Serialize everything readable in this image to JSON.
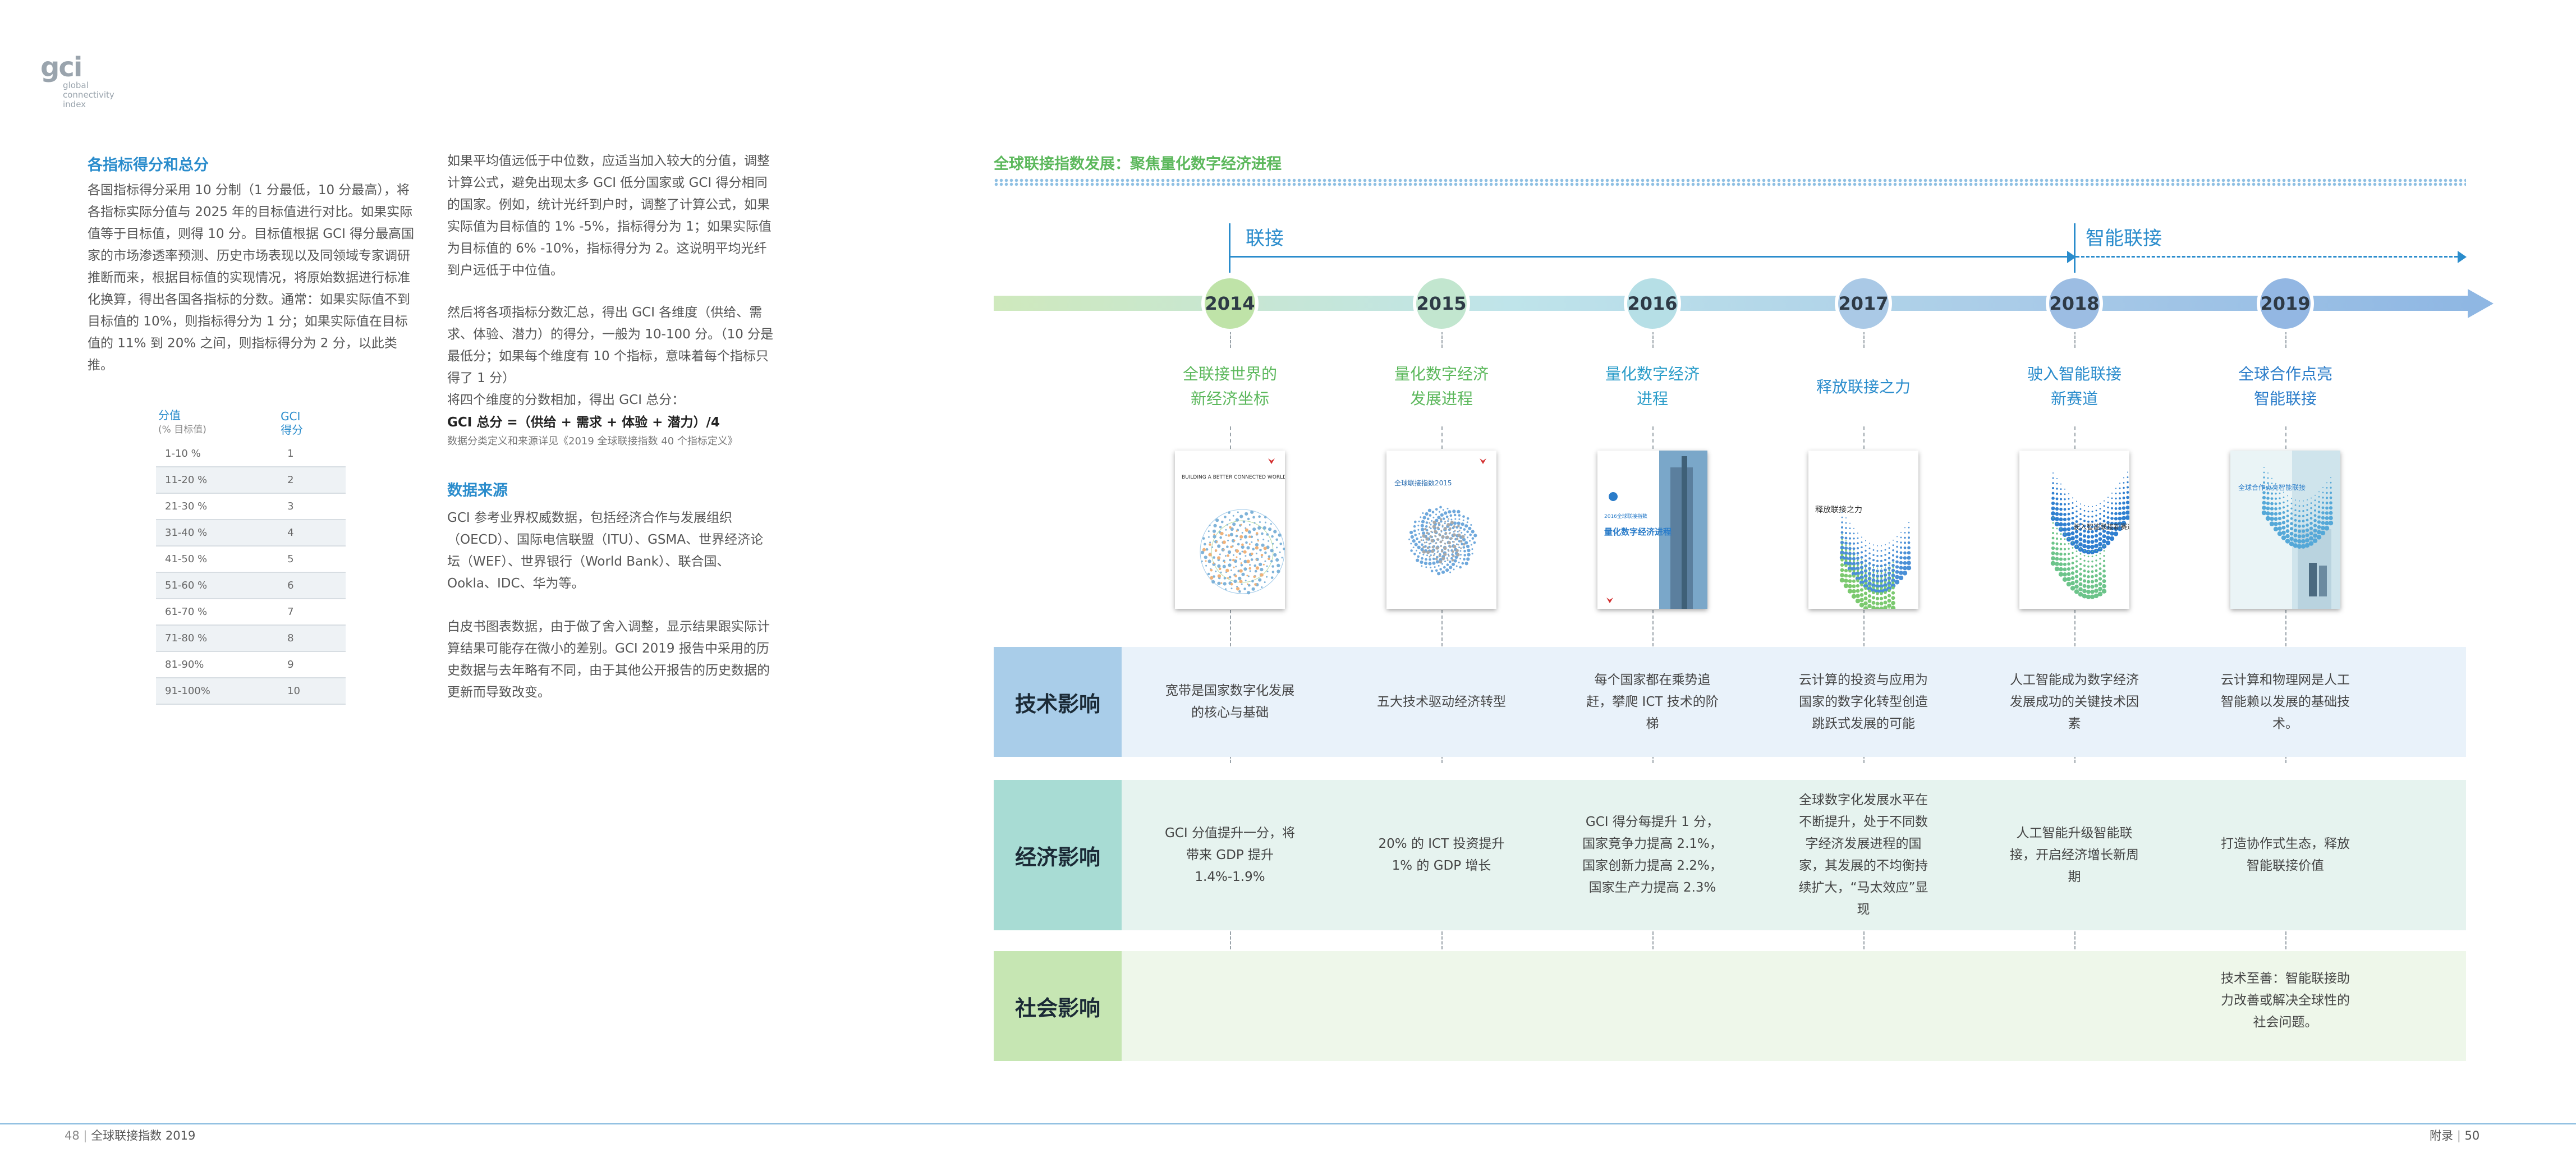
{
  "logo": {
    "mark": "gci",
    "lines": [
      "global",
      "connectivity",
      "index"
    ]
  },
  "left": {
    "title": "各指标得分和总分",
    "text": "各国指标得分采用 10 分制（1 分最低，10 分最高），将各指标实际分值与 2025 年的目标值进行对比。如果实际值等于目标值，则得 10 分。目标值根据 GCI 得分最高国家的市场渗透率预测、历史市场表现以及同领域专家调研推断而来，根据目标值的实现情况，将原始数据进行标准化换算，得出各国各指标的分数。通常：如果实际值不到目标值的 10%，则指标得分为 1 分；如果实际值在目标值的 11% 到 20% 之间，则指标得分为 2 分，以此类推。",
    "table": {
      "col1_head": "分值",
      "col1_sub": "(% 目标值)",
      "col2_head": "GCI",
      "col2_sub": "得分",
      "rows": [
        [
          "1-10 %",
          "1"
        ],
        [
          "11-20 %",
          "2"
        ],
        [
          "21-30 %",
          "3"
        ],
        [
          "31-40 %",
          "4"
        ],
        [
          "41-50 %",
          "5"
        ],
        [
          "51-60 %",
          "6"
        ],
        [
          "61-70 %",
          "7"
        ],
        [
          "71-80 %",
          "8"
        ],
        [
          "81-90%",
          "9"
        ],
        [
          "91-100%",
          "10"
        ]
      ]
    }
  },
  "middle": {
    "p1": "如果平均值远低于中位数，应适当加入较大的分值，调整计算公式，避免出现太多 GCI 低分国家或 GCI 得分相同的国家。例如，统计光纤到户时，调整了计算公式，如果实际值为目标值的 1% -5%，指标得分为 1；如果实际值为目标值的 6% -10%，指标得分为 2。这说明平均光纤到户远低于中位值。",
    "p2": "然后将各项指标分数汇总，得出 GCI 各维度（供给、需求、体验、潜力）的得分，一般为 10-100 分。（10 分是最低分；如果每个维度有 10 个指标，意味着每个指标只得了 1 分）",
    "formula_intro": "将四个维度的分数相加，得出 GCI 总分：",
    "formula": "GCI 总分 =（供给 + 需求 + 体验 + 潜力）/4",
    "formula_note": "数据分类定义和来源详见《2019 全球联接指数 40 个指标定义》",
    "source_title": "数据来源",
    "source_text": "GCI 参考业界权威数据，包括经济合作与发展组织（OECD）、国际电信联盟（ITU）、GSMA、世界经济论坛（WEF）、世界银行（World Bank）、联合国、Ookla、IDC、华为等。",
    "note": "白皮书图表数据，由于做了舍入调整，显示结果跟实际计算结果可能存在微小的差别。GCI 2019 报告中采用的历史数据与去年略有不同，由于其他公开报告的历史数据的更新而导致改变。"
  },
  "timeline": {
    "title": "全球联接指数发展：聚焦量化数字经济进程",
    "phase1": "联接",
    "phase2": "智能联接",
    "years": [
      {
        "year": "2014",
        "color": "#bfe3a8",
        "label": [
          "全联接世界的",
          "新经济坐标"
        ],
        "label_color": "#5cb85c",
        "cover": {
          "title": "BUILDING A BETTER CONNECTED WORLD",
          "subtitle": ""
        }
      },
      {
        "year": "2015",
        "color": "#c2e6cf",
        "label": [
          "量化数字经济",
          "发展进程"
        ],
        "label_color": "#5cb85c",
        "cover": {
          "title": "全球联接指数2015",
          "subtitle": ""
        }
      },
      {
        "year": "2016",
        "color": "#b6dfe6",
        "label": [
          "量化数字经济",
          "进程"
        ],
        "label_color": "#2a9cc9",
        "cover": {
          "title": "量化数字经济进程",
          "subtitle": "2016全球联接指数"
        }
      },
      {
        "year": "2017",
        "color": "#aac9e6",
        "label": [
          "释放联接之力"
        ],
        "label_color": "#2a8ccc",
        "cover": {
          "title": "释放联接之力",
          "subtitle": ""
        }
      },
      {
        "year": "2018",
        "color": "#9cbde3",
        "label": [
          "驶入智能联接",
          "新赛道"
        ],
        "label_color": "#2a8ccc",
        "cover": {
          "title": "驶入智能联接新赛道",
          "subtitle": ""
        }
      },
      {
        "year": "2019",
        "color": "#93b7e3",
        "label": [
          "全球合作点亮",
          "智能联接"
        ],
        "label_color": "#2a7cc9",
        "cover": {
          "title": "全球合作点亮智能联接",
          "subtitle": ""
        }
      }
    ],
    "bands": [
      {
        "label": "技术影响",
        "label_bg": "#a9cde9",
        "bg": "#e9f2fa",
        "cells": [
          "宽带是国家数字化发展的核心与基础",
          "五大技术驱动经济转型",
          "每个国家都在乘势追赶，攀爬 ICT 技术的阶梯",
          "云计算的投资与应用为国家的数字化转型创造跳跃式发展的可能",
          "人工智能成为数字经济发展成功的关键技术因素",
          "云计算和物理网是人工智能赖以发展的基础技术。"
        ]
      },
      {
        "label": "经济影响",
        "label_bg": "#a8dcd4",
        "bg": "#e6f3ef",
        "cells": [
          "GCI 分值提升一分，将带来 GDP 提升 1.4%-1.9%",
          "20% 的 ICT 投资提升 1% 的 GDP 增长",
          "GCI 得分每提升 1 分，国家竞争力提高 2.1%，国家创新力提高 2.2%，国家生产力提高 2.3%",
          "全球数字化发展水平在不断提升，处于不同数字经济发展进程的国家，其发展的不均衡持续扩大，“马太效应”显现",
          "人工智能升级智能联接，开启经济增长新周期",
          "打造协作式生态，释放智能联接价值"
        ]
      },
      {
        "label": "社会影响",
        "label_bg": "#c6e6b3",
        "bg": "#eef7ea",
        "cells": [
          "",
          "",
          "",
          "",
          "",
          "技术至善：智能联接助力改善或解决全球性的社会问题。"
        ]
      }
    ]
  },
  "footer": {
    "left_page": "48",
    "left_title": "全球联接指数 2019",
    "right_title": "附录",
    "right_page": "50"
  }
}
